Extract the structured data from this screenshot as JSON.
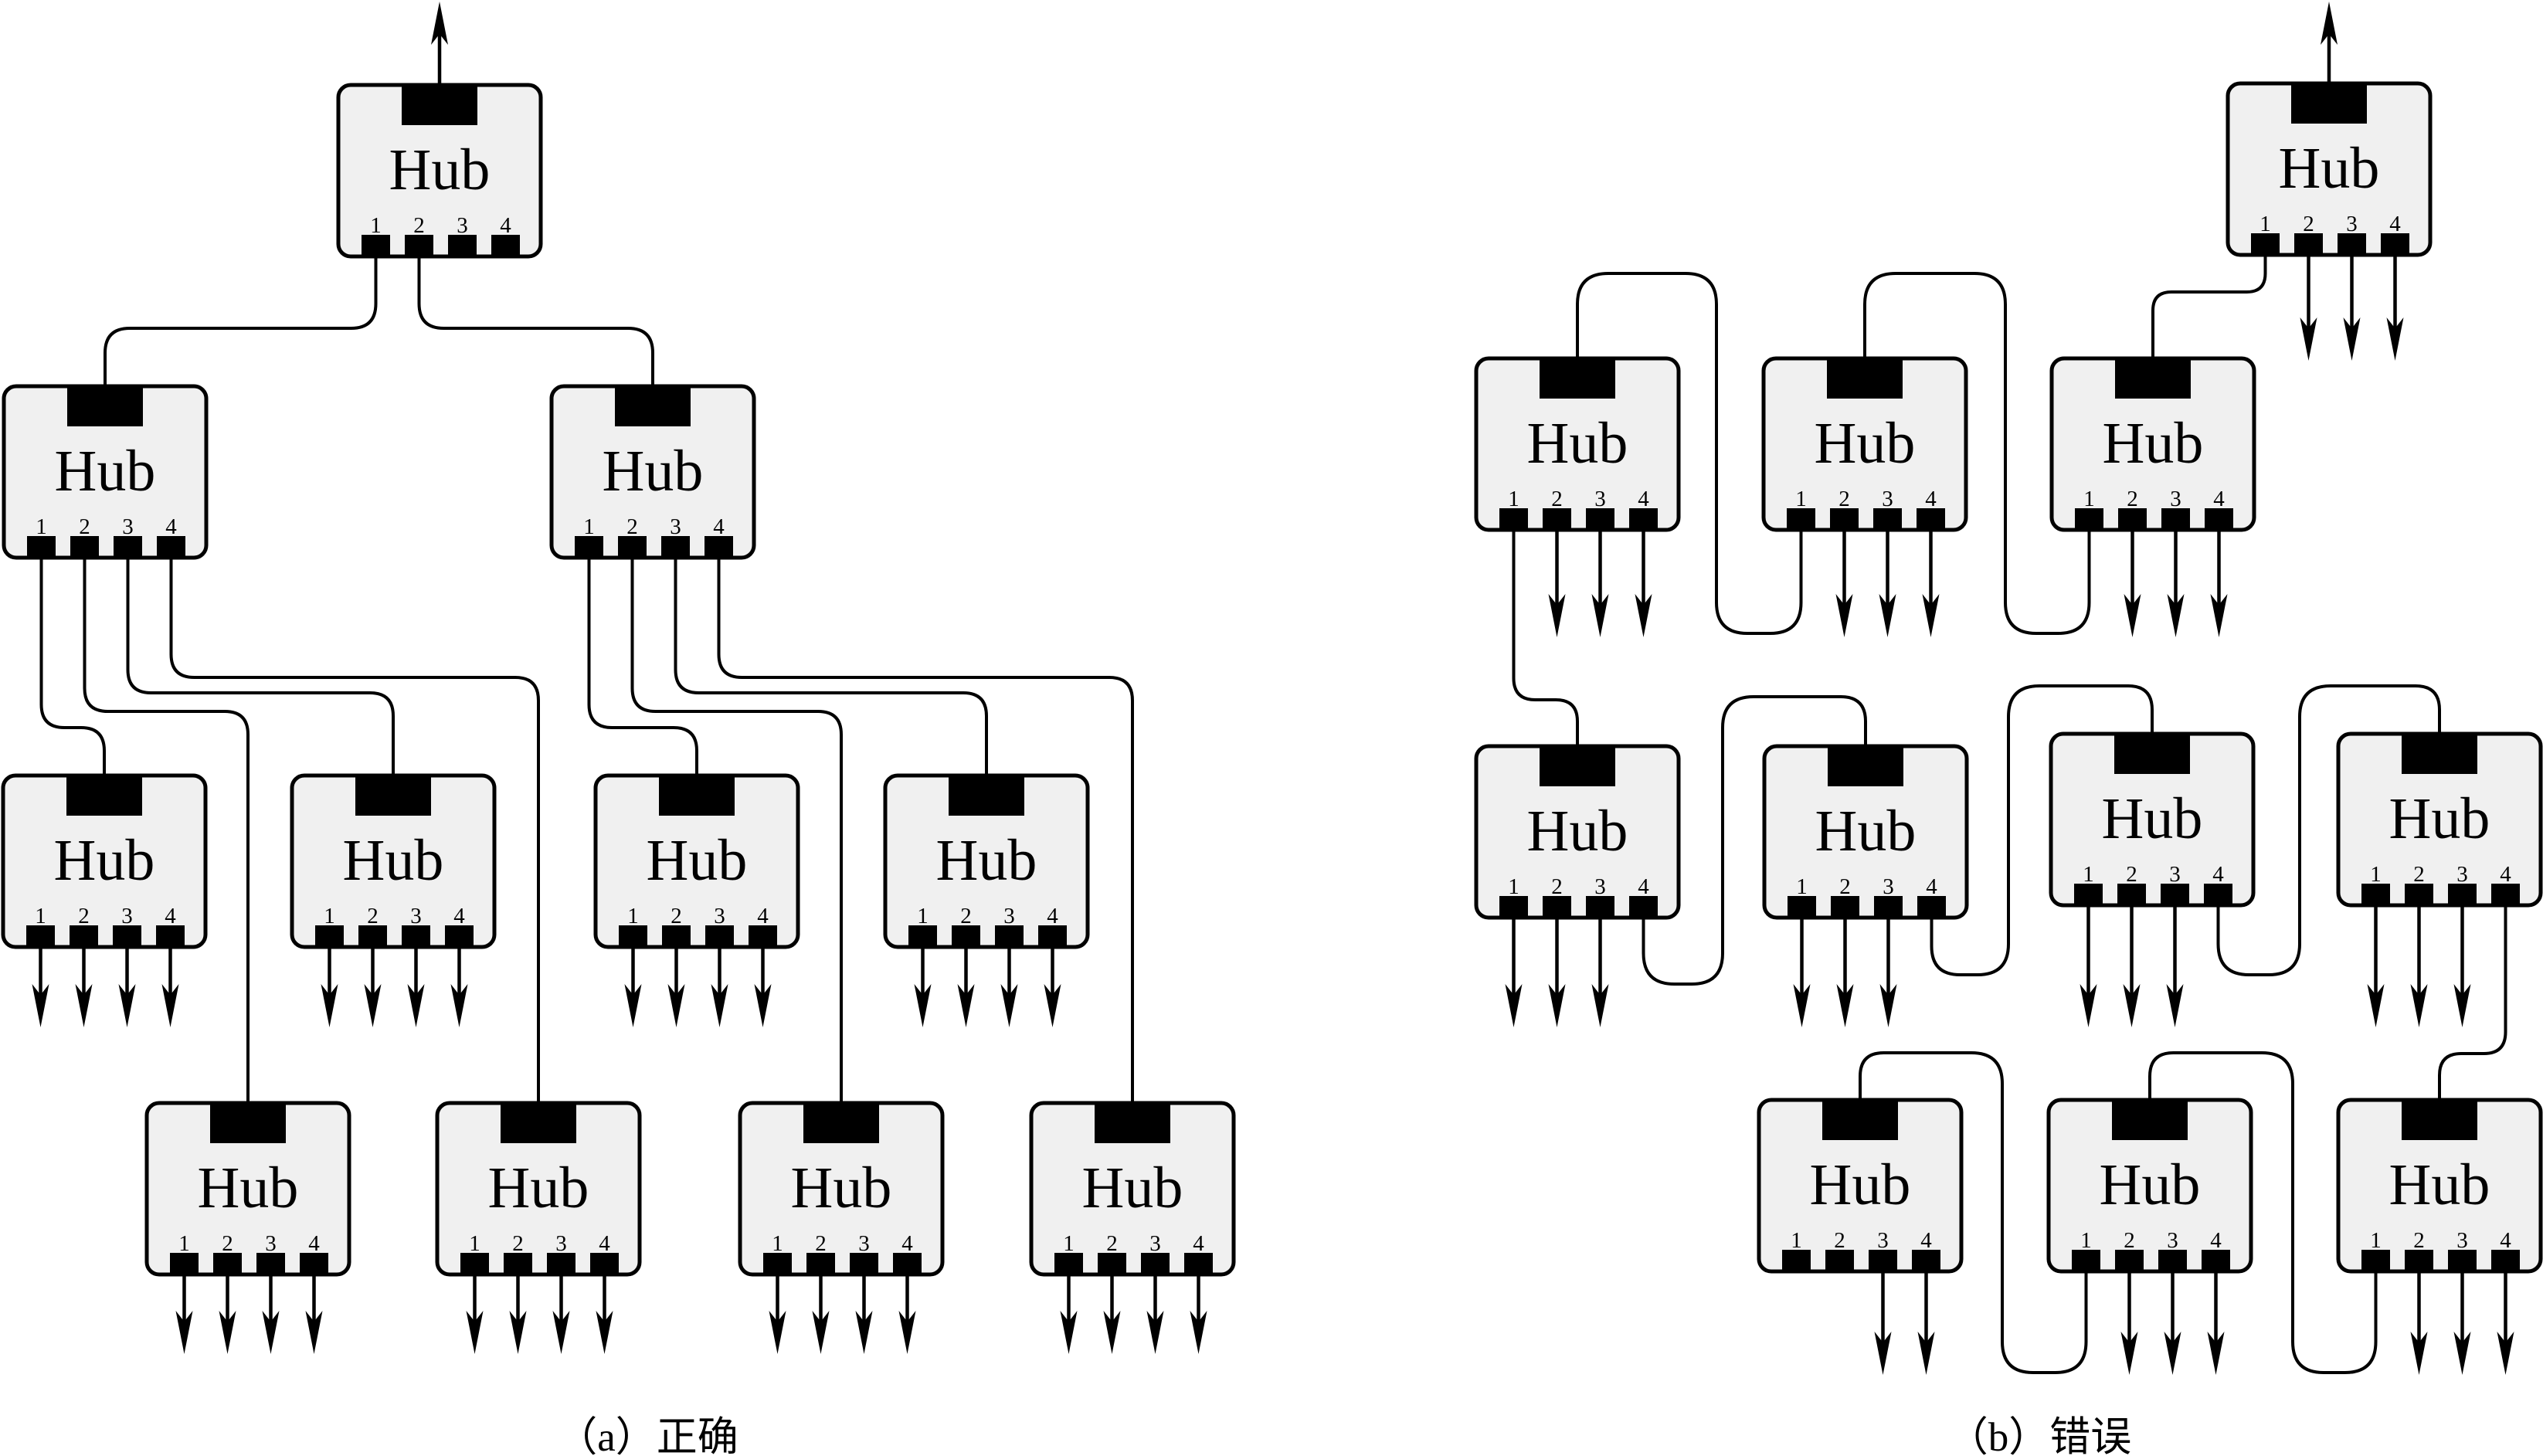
{
  "figure": {
    "port_labels": [
      "1",
      "2",
      "3",
      "4"
    ],
    "panels": [
      {
        "id": "a",
        "caption": "（a）正确",
        "hubs": [
          {
            "id": "a-root",
            "label": "Hub",
            "uplink": "external",
            "outputs": []
          },
          {
            "id": "a-l2-1",
            "label": "Hub",
            "outputs": []
          },
          {
            "id": "a-l2-2",
            "label": "Hub",
            "outputs": []
          },
          {
            "id": "a-l3-1",
            "label": "Hub",
            "outputs": [
              1,
              2,
              3,
              4
            ]
          },
          {
            "id": "a-l3-2",
            "label": "Hub",
            "outputs": [
              1,
              2,
              3,
              4
            ]
          },
          {
            "id": "a-l3-3",
            "label": "Hub",
            "outputs": [
              1,
              2,
              3,
              4
            ]
          },
          {
            "id": "a-l3-4",
            "label": "Hub",
            "outputs": [
              1,
              2,
              3,
              4
            ]
          },
          {
            "id": "a-l4-1",
            "label": "Hub",
            "outputs": [
              1,
              2,
              3,
              4
            ]
          },
          {
            "id": "a-l4-2",
            "label": "Hub",
            "outputs": [
              1,
              2,
              3,
              4
            ]
          },
          {
            "id": "a-l4-3",
            "label": "Hub",
            "outputs": [
              1,
              2,
              3,
              4
            ]
          },
          {
            "id": "a-l4-4",
            "label": "Hub",
            "outputs": [
              1,
              2,
              3,
              4
            ]
          }
        ],
        "links": [
          {
            "from": "a-root",
            "port": 1,
            "to": "a-l2-1"
          },
          {
            "from": "a-root",
            "port": 2,
            "to": "a-l2-2"
          },
          {
            "from": "a-l2-1",
            "port": 1,
            "to": "a-l3-1"
          },
          {
            "from": "a-l2-1",
            "port": 2,
            "to": "a-l4-1"
          },
          {
            "from": "a-l2-1",
            "port": 3,
            "to": "a-l3-2"
          },
          {
            "from": "a-l2-1",
            "port": 4,
            "to": "a-l4-2"
          },
          {
            "from": "a-l2-2",
            "port": 1,
            "to": "a-l3-3"
          },
          {
            "from": "a-l2-2",
            "port": 2,
            "to": "a-l4-3"
          },
          {
            "from": "a-l2-2",
            "port": 3,
            "to": "a-l3-4"
          },
          {
            "from": "a-l2-2",
            "port": 4,
            "to": "a-l4-4"
          }
        ]
      },
      {
        "id": "b",
        "caption": "（b）错误",
        "hubs": [
          {
            "id": "b-root",
            "label": "Hub",
            "uplink": "external",
            "outputs": [
              2,
              3,
              4
            ]
          },
          {
            "id": "b-r1-1",
            "label": "Hub",
            "outputs": [
              2,
              3,
              4
            ]
          },
          {
            "id": "b-r1-2",
            "label": "Hub",
            "outputs": [
              2,
              3,
              4
            ]
          },
          {
            "id": "b-r1-3",
            "label": "Hub",
            "outputs": [
              2,
              3,
              4
            ]
          },
          {
            "id": "b-r2-1",
            "label": "Hub",
            "outputs": [
              1,
              2,
              3
            ]
          },
          {
            "id": "b-r2-2",
            "label": "Hub",
            "outputs": [
              1,
              2,
              3
            ]
          },
          {
            "id": "b-r2-3",
            "label": "Hub",
            "outputs": [
              1,
              2,
              3
            ]
          },
          {
            "id": "b-r2-4",
            "label": "Hub",
            "outputs": [
              1,
              2,
              3
            ]
          },
          {
            "id": "b-r3-1",
            "label": "Hub",
            "outputs": [
              3,
              4
            ]
          },
          {
            "id": "b-r3-2",
            "label": "Hub",
            "outputs": [
              2,
              3,
              4
            ]
          },
          {
            "id": "b-r3-3",
            "label": "Hub",
            "outputs": [
              2,
              3,
              4
            ]
          }
        ],
        "links": [
          {
            "from": "b-root",
            "port": 1,
            "to": "b-r1-3"
          },
          {
            "from": "b-r1-3",
            "port": 1,
            "to": "b-r1-2"
          },
          {
            "from": "b-r1-2",
            "port": 1,
            "to": "b-r1-1"
          },
          {
            "from": "b-r1-1",
            "port": 1,
            "to": "b-r2-1"
          },
          {
            "from": "b-r2-1",
            "port": 4,
            "to": "b-r2-2"
          },
          {
            "from": "b-r2-2",
            "port": 4,
            "to": "b-r2-3"
          },
          {
            "from": "b-r2-3",
            "port": 4,
            "to": "b-r2-4"
          },
          {
            "from": "b-r2-4",
            "port": 4,
            "to": "b-r3-3"
          },
          {
            "from": "b-r3-3",
            "port": 1,
            "to": "b-r3-2"
          },
          {
            "from": "b-r3-2",
            "port": 1,
            "to": "b-r3-1"
          }
        ]
      }
    ]
  }
}
